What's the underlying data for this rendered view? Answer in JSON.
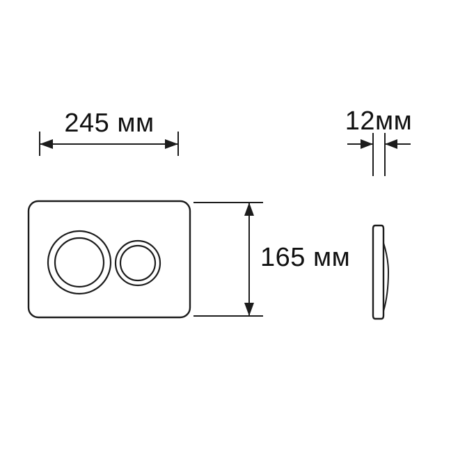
{
  "diagram": {
    "labels": {
      "width": "245 мм",
      "height": "165 мм",
      "depth": "12мм"
    },
    "colors": {
      "line": "#1c1c1c",
      "background": "#ffffff"
    }
  }
}
